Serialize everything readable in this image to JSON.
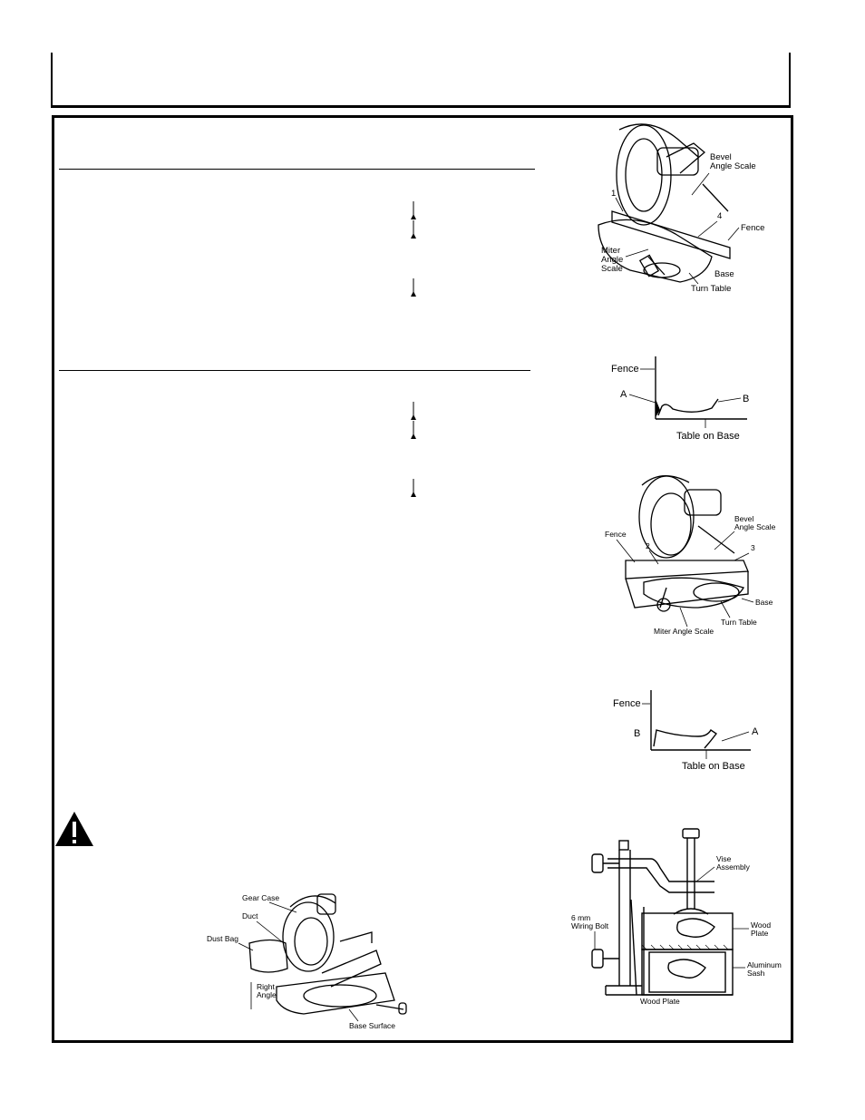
{
  "figure_1": {
    "bevel_line1": "Bevel",
    "bevel_line2": "Angle Scale",
    "num1": "1",
    "num4": "4",
    "fence": "Fence",
    "miter_line1": "Miter",
    "miter_line2": "Angle",
    "miter_line3": "Scale",
    "base": "Base",
    "turn_table": "Turn Table"
  },
  "figure_2": {
    "fence": "Fence",
    "a": "A",
    "b": "B",
    "table_on_base": "Table on Base"
  },
  "figure_3": {
    "bevel_line1": "Bevel",
    "bevel_line2": "Angle Scale",
    "fence": "Fence",
    "num2": "2",
    "num3": "3",
    "base": "Base",
    "turn_table": "Turn Table",
    "miter_angle_scale": "Miter Angle Scale"
  },
  "figure_4": {
    "fence": "Fence",
    "b": "B",
    "a": "A",
    "table_on_base": "Table on Base"
  },
  "figure_5": {
    "gear_case": "Gear Case",
    "duct": "Duct",
    "dust_bag": "Dust Bag",
    "right_line1": "Right",
    "right_line2": "Angle",
    "base_surface": "Base Surface"
  },
  "figure_6": {
    "vise_line1": "Vise",
    "vise_line2": "Assembly",
    "bolt_line1": "6 mm",
    "bolt_line2": "Wiring Bolt",
    "wood_line1": "Wood",
    "wood_line2": "Plate",
    "alum_line1": "Aluminum",
    "alum_line2": "Sash",
    "wood_plate": "Wood Plate"
  },
  "warning_icon": "warning-triangle-icon"
}
